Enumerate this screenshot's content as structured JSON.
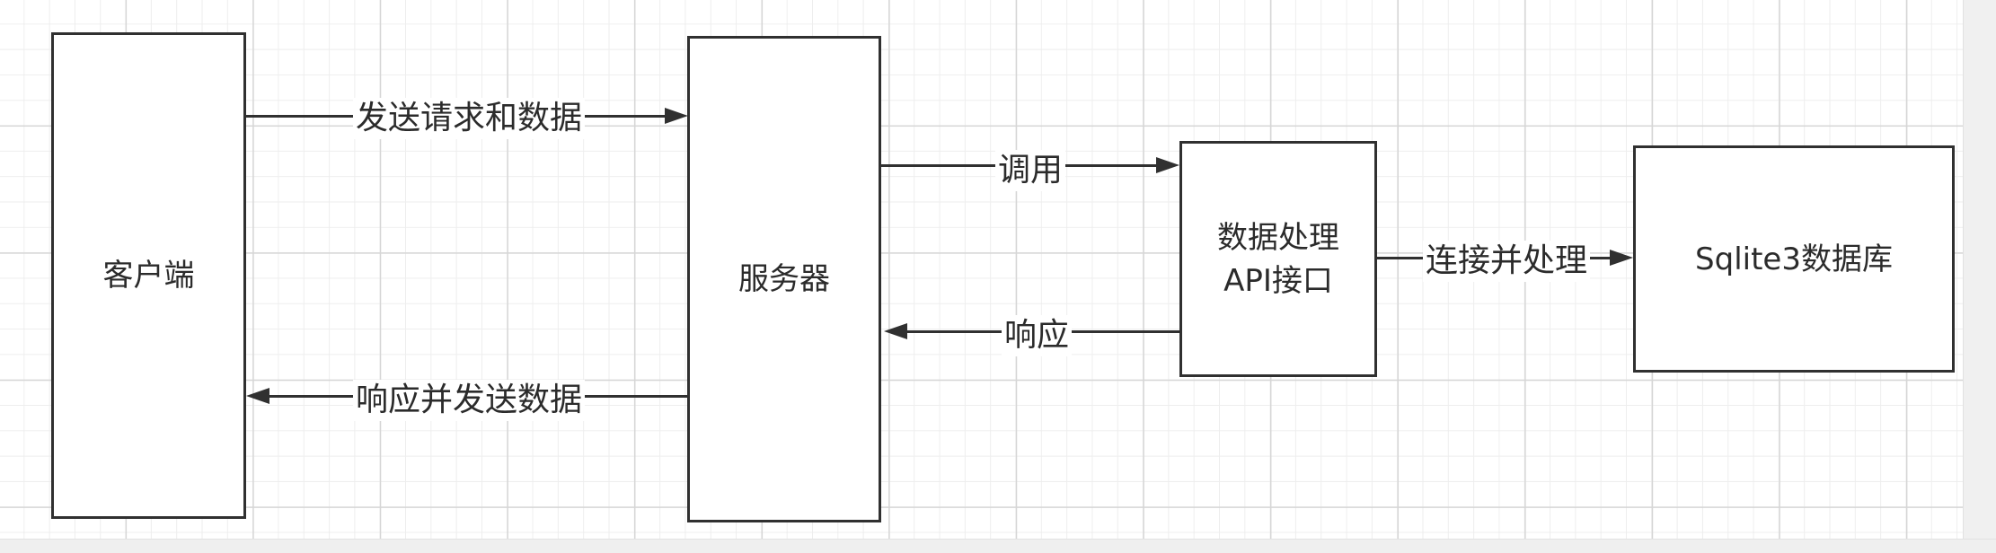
{
  "nodes": {
    "client": "客户端",
    "server": "服务器",
    "api": "数据处理\nAPI接口",
    "db": "Sqlite3数据库"
  },
  "edges": {
    "send_request": "发送请求和数据",
    "respond_send": "响应并发送数据",
    "call": "调用",
    "response": "响应",
    "connect_process": "连接并处理"
  }
}
